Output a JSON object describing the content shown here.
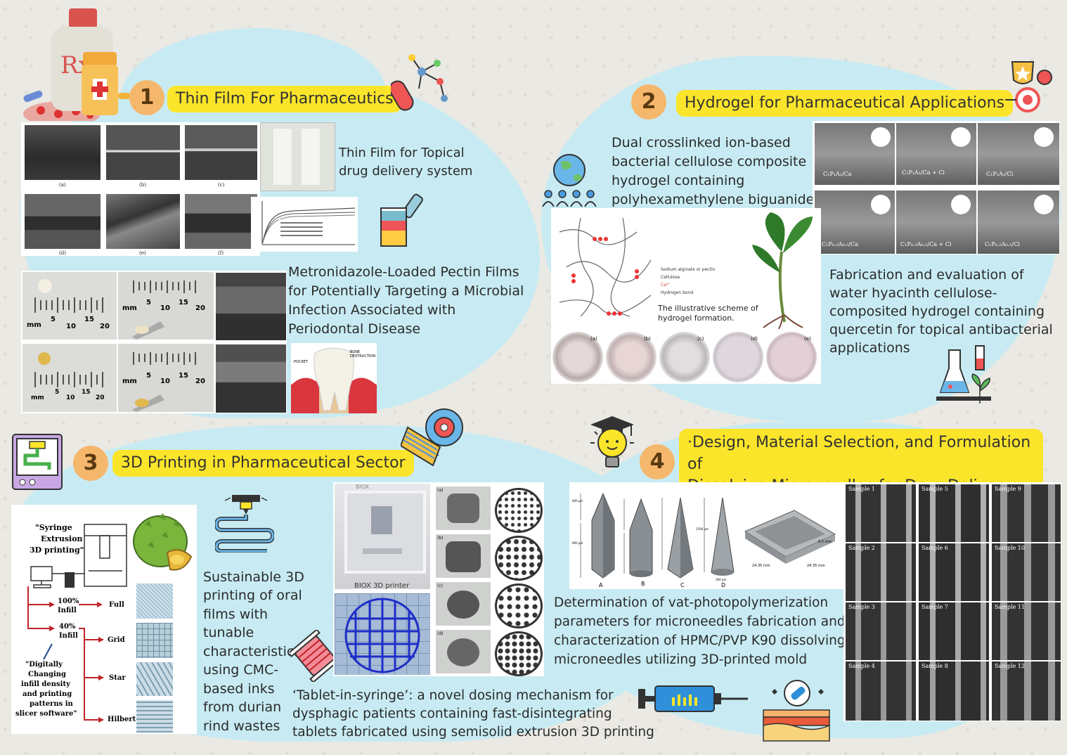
{
  "sections": [
    {
      "number": "1",
      "title": "Thin Film For Pharmaceutics"
    },
    {
      "number": "2",
      "title": "Hydrogel for Pharmaceutical Applications"
    },
    {
      "number": "3",
      "title": "3D Printing in Pharmaceutical Sector"
    },
    {
      "number": "4",
      "title_line1": "·Design, Material Selection, and Formulation of",
      "title_line2": "Dissolving Microneedles for  Drug Delivery"
    }
  ],
  "s1": {
    "topical_line1": "Thin Film for Topical",
    "topical_line2": "drug delivery system",
    "metro_lines": [
      "Metronidazole-Loaded Pectin Films",
      "for Potentially Targeting a Microbial",
      "Infection Associated with",
      "Periodontal Disease"
    ],
    "sem_captions": [
      "(a)",
      "(b)",
      "(c)",
      "(d)",
      "(e)",
      "(f)"
    ],
    "ruler_unit": "mm",
    "ruler_ticks": [
      "5",
      "10",
      "15",
      "20"
    ],
    "tooth_labels": [
      "POCKET",
      "BONE DESTRUCTION"
    ]
  },
  "s2": {
    "dual_lines": [
      "Dual crosslinked ion-based",
      "bacterial cellulose composite",
      "hydrogel containing",
      "polyhexamethylene biguanide"
    ],
    "fab_lines": [
      "Fabrication and evaluation of",
      "water hyacinth cellulose-",
      "composited hydrogel containing",
      "quercetin for topical antibacterial",
      "applications"
    ],
    "scheme_caption_line1": "The illustrative scheme of",
    "scheme_caption_line2": "hydrogel formation.",
    "legend": [
      "Sodium alginate or pectin",
      "Cellulose",
      "Ca²⁺",
      "Hydrogen bond"
    ],
    "sem_labels": [
      "C₁P₁A₁/Ca",
      "C₁P₁A₁/Ca + Ci",
      "C₁P₁A₁/Ci",
      "C₁P₀.₅A₀.₅/Ca",
      "C₁P₀.₅A₀.₅/Ca + Ci",
      "C₁P₀.₅A₀.₅/Ci"
    ],
    "dish_labels": [
      "(a)",
      "(b)",
      "(c)",
      "(d)",
      "(e)"
    ]
  },
  "s3": {
    "sustain_lines": [
      "Sustainable 3D",
      "printing of oral",
      "films with",
      "tunable",
      "characteristics",
      "using CMC-",
      "based inks",
      "from durian",
      "rind wastes"
    ],
    "tablet_lines": [
      "‘Tablet-in-syringe’: a novel dosing mechanism for",
      "dysphagic patients containing fast-disintegrating",
      "tablets fabricated using semisolid extrusion 3D printing"
    ],
    "flow_title": [
      "\"Syringe",
      "Extrusion",
      "3D printing\""
    ],
    "flow_note": [
      "\"Digitally",
      "Changing",
      "infill density",
      "and printing",
      "patterns in",
      "slicer software\""
    ],
    "infill": [
      "100%",
      "Infill",
      "40%",
      "Infill"
    ],
    "patterns": [
      "Full",
      "Grid",
      "Star",
      "Hilbert"
    ],
    "printer_caption": "BIOX 3D printer",
    "printer_brand": "BIOX",
    "tab_labels": [
      "(a)",
      "(b)",
      "(c)",
      "(d)"
    ]
  },
  "s4": {
    "det_lines": [
      "Determination of vat-photopolymerization",
      "parameters for microneedles fabrication and",
      "characterization of HPMC/PVP K90 dissolving",
      "microneedles utilizing 3D-printed mold"
    ],
    "needle_labels": [
      "A",
      "B",
      "C",
      "D"
    ],
    "dims": [
      "600 µm",
      "900 µm",
      "1500 µm",
      "300 µm",
      "6.5 mm",
      "24.35 mm",
      "24.35 mm"
    ],
    "samples": [
      "Sample 1",
      "Sample 5",
      "Sample 9",
      "Sample 2",
      "Sample 6",
      "Sample 10",
      "Sample 3",
      "Sample 7",
      "Sample 11",
      "Sample 4",
      "Sample 8",
      "Sample 12"
    ]
  },
  "colors": {
    "blob": "#c8ebf3",
    "title_bg": "#fbe52a",
    "badge": "#f5b76c"
  }
}
